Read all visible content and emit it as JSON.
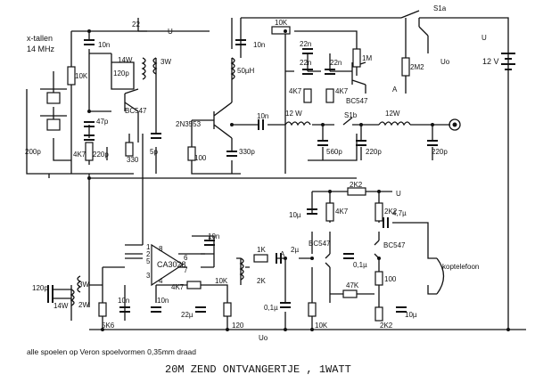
{
  "title": "20M ZEND ONTVANGERTJE , 1WATT",
  "note": "alle spoelen op Veron spoelvormen 0,35mm draad",
  "crystal_label": [
    "x-tallen",
    "14 MHz"
  ],
  "supply": "12 V",
  "switches": [
    "S1a",
    "S1b"
  ],
  "nodes": {
    "u": "U",
    "uo": "Uo",
    "a": "A"
  },
  "output_label": "koptelefoon",
  "ic": "CA3028",
  "ic_pins": [
    "1",
    "2",
    "5",
    "3",
    "4",
    "6",
    "7",
    "8"
  ],
  "transistors": [
    "BC547",
    "2N3553",
    "BC547",
    "BC547",
    "BC547"
  ],
  "coils": [
    "14W",
    "3W",
    "12 W",
    "12W",
    "3W",
    "14W",
    "2W"
  ],
  "parts": {
    "r10k_a": "10K",
    "c10n_a": "10n",
    "r22": "22",
    "c120p_a": "120p",
    "c47p": "47p",
    "c200p": "200p",
    "r4k7_a": "4K7",
    "c220p_a": "220p",
    "r330": "330",
    "c5p": "5p",
    "l50u": "50µH",
    "r100_a": "100",
    "c330p": "330p",
    "c10n_b": "10n",
    "r10k_b": "10K",
    "c22n_a": "22n",
    "c22n_b": "22n",
    "c22n_c": "22n",
    "r1m": "1M",
    "r4k7_b": "4K7",
    "r4k7_c": "4K7",
    "r2m2": "2M2",
    "c10n_c": "10n",
    "c560p": "560p",
    "c220p_b": "220p",
    "c220p_c": "220p",
    "r2k2_a": "2K2",
    "c10u_a": "10µ",
    "r4k7_d": "4K7",
    "r2k2_b": "2K2",
    "c4u7": "4,7µ",
    "c10n_d": "10n",
    "r10k_c": "10K",
    "r1k": "1K",
    "r2k": "2K",
    "c2u": "2µ",
    "c0u1_a": "0,1µ",
    "c0u1_b": "0,1µ",
    "r100_b": "100",
    "r47k": "47K",
    "c10u_b": "10µ",
    "r2k2_c": "2K2",
    "r10k_d": "10K",
    "c120p_b": "120p",
    "r5k6": "5K6",
    "c10n_e": "10n",
    "c10n_f": "10n",
    "r4k7_e": "4K7",
    "c22u": "22µ",
    "r120": "120"
  }
}
